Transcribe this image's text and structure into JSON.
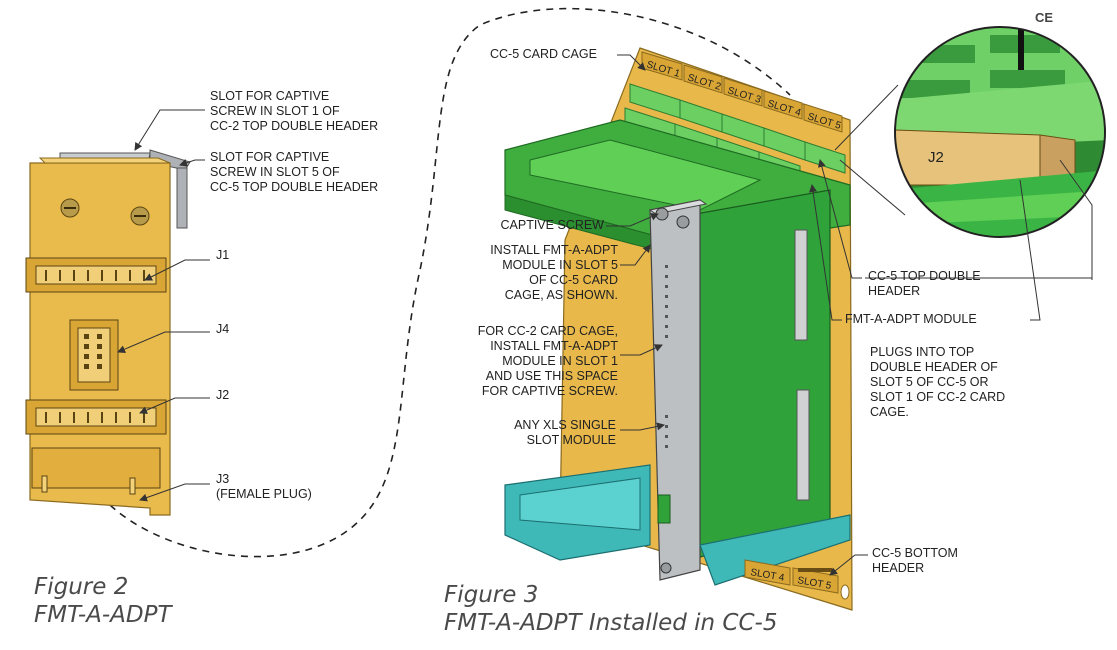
{
  "figure2": {
    "caption_line1": "Figure 2",
    "caption_line2": "FMT-A-ADPT",
    "callouts": {
      "slot_screw_1": "SLOT FOR CAPTIVE\nSCREW IN SLOT 1 OF\nCC-2 TOP DOUBLE HEADER",
      "slot_screw_5": "SLOT FOR CAPTIVE\nSCREW IN SLOT 5 OF\nCC-5 TOP DOUBLE HEADER",
      "j1": "J1",
      "j4": "J4",
      "j2": "J2",
      "j3": "J3\n(FEMALE PLUG)"
    }
  },
  "figure3": {
    "caption_line1": "Figure 3",
    "caption_line2": "FMT-A-ADPT  Installed in CC-5",
    "callouts": {
      "card_cage": "CC-5 CARD CAGE",
      "captive_screw": "CAPTIVE SCREW",
      "install_slot5": "INSTALL FMT-A-ADPT\nMODULE IN SLOT 5\nOF CC-5 CARD\nCAGE, AS SHOWN.",
      "cc2_note": "FOR CC-2 CARD CAGE,\nINSTALL FMT-A-ADPT\nMODULE IN SLOT 1\nAND USE THIS SPACE\nFOR CAPTIVE SCREW.",
      "xls_module": "ANY XLS SINGLE\nSLOT MODULE",
      "top_double_header": "CC-5 TOP DOUBLE\nHEADER",
      "fmt_module": "FMT-A-ADPT MODULE",
      "plugs_into": "PLUGS INTO TOP\nDOUBLE HEADER OF\nSLOT 5 OF CC-5 OR\nSLOT 1 OF CC-2 CARD\nCAGE.",
      "bottom_header": "CC-5 BOTTOM\nHEADER"
    },
    "slot_labels_top": [
      "SLOT 1",
      "SLOT 2",
      "SLOT 3",
      "SLOT 4",
      "SLOT 5"
    ],
    "slot_labels_bottom": [
      "SLOT 4",
      "SLOT 5"
    ],
    "inset_label": "J2",
    "inset_corner_text": "CE"
  },
  "colors": {
    "board": "#e8b84a",
    "board_dark": "#c8962c",
    "green_pcb": "#2fa33a",
    "green_bright": "#5fd05a",
    "teal_tray": "#3fb8b8",
    "panel_gray": "#b9bcbf",
    "line": "#333333"
  },
  "icons": [
    "screw-icon",
    "connector-icon"
  ]
}
